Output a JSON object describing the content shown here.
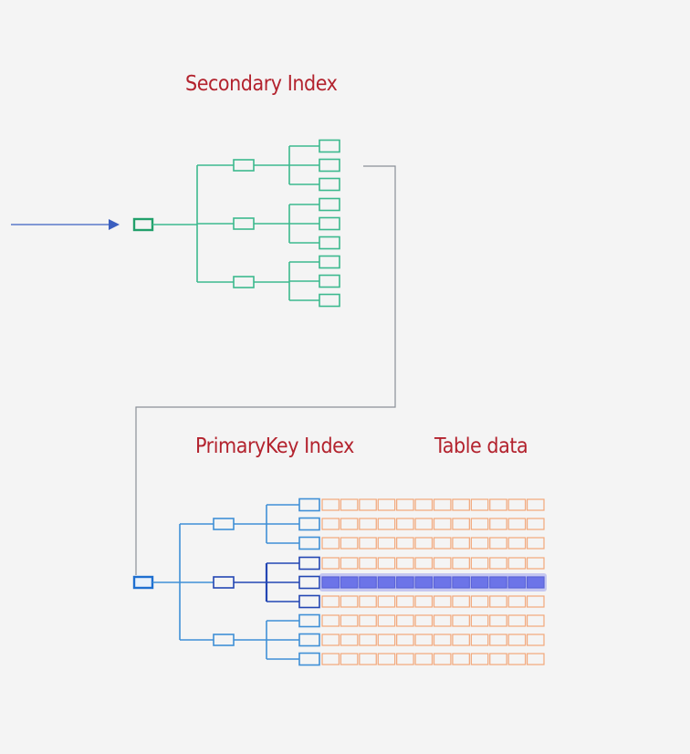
{
  "labels": {
    "secondary_index": "Secondary Index",
    "primary_key_index": "PrimaryKey Index",
    "table_data": "Table data"
  },
  "colors": {
    "background": "#f4f4f4",
    "title_text": "#b3232e",
    "secondary_tree": "#3cb98e",
    "secondary_root": "#22a06b",
    "primary_tree": "#3f8fd6",
    "primary_highlight_path": "#2346b3",
    "table_cells": "#f2a77a",
    "highlight_fill": "#6c74e8",
    "pointer_line": "#8a8f98",
    "entry_arrow": "#3b5fc0"
  },
  "diagram": {
    "secondary_index_branches": 3,
    "secondary_index_leaves_per_branch": 3,
    "primary_index_branches": 3,
    "primary_index_leaves_per_branch": 3,
    "table_columns": 12,
    "highlighted_row": 4
  }
}
